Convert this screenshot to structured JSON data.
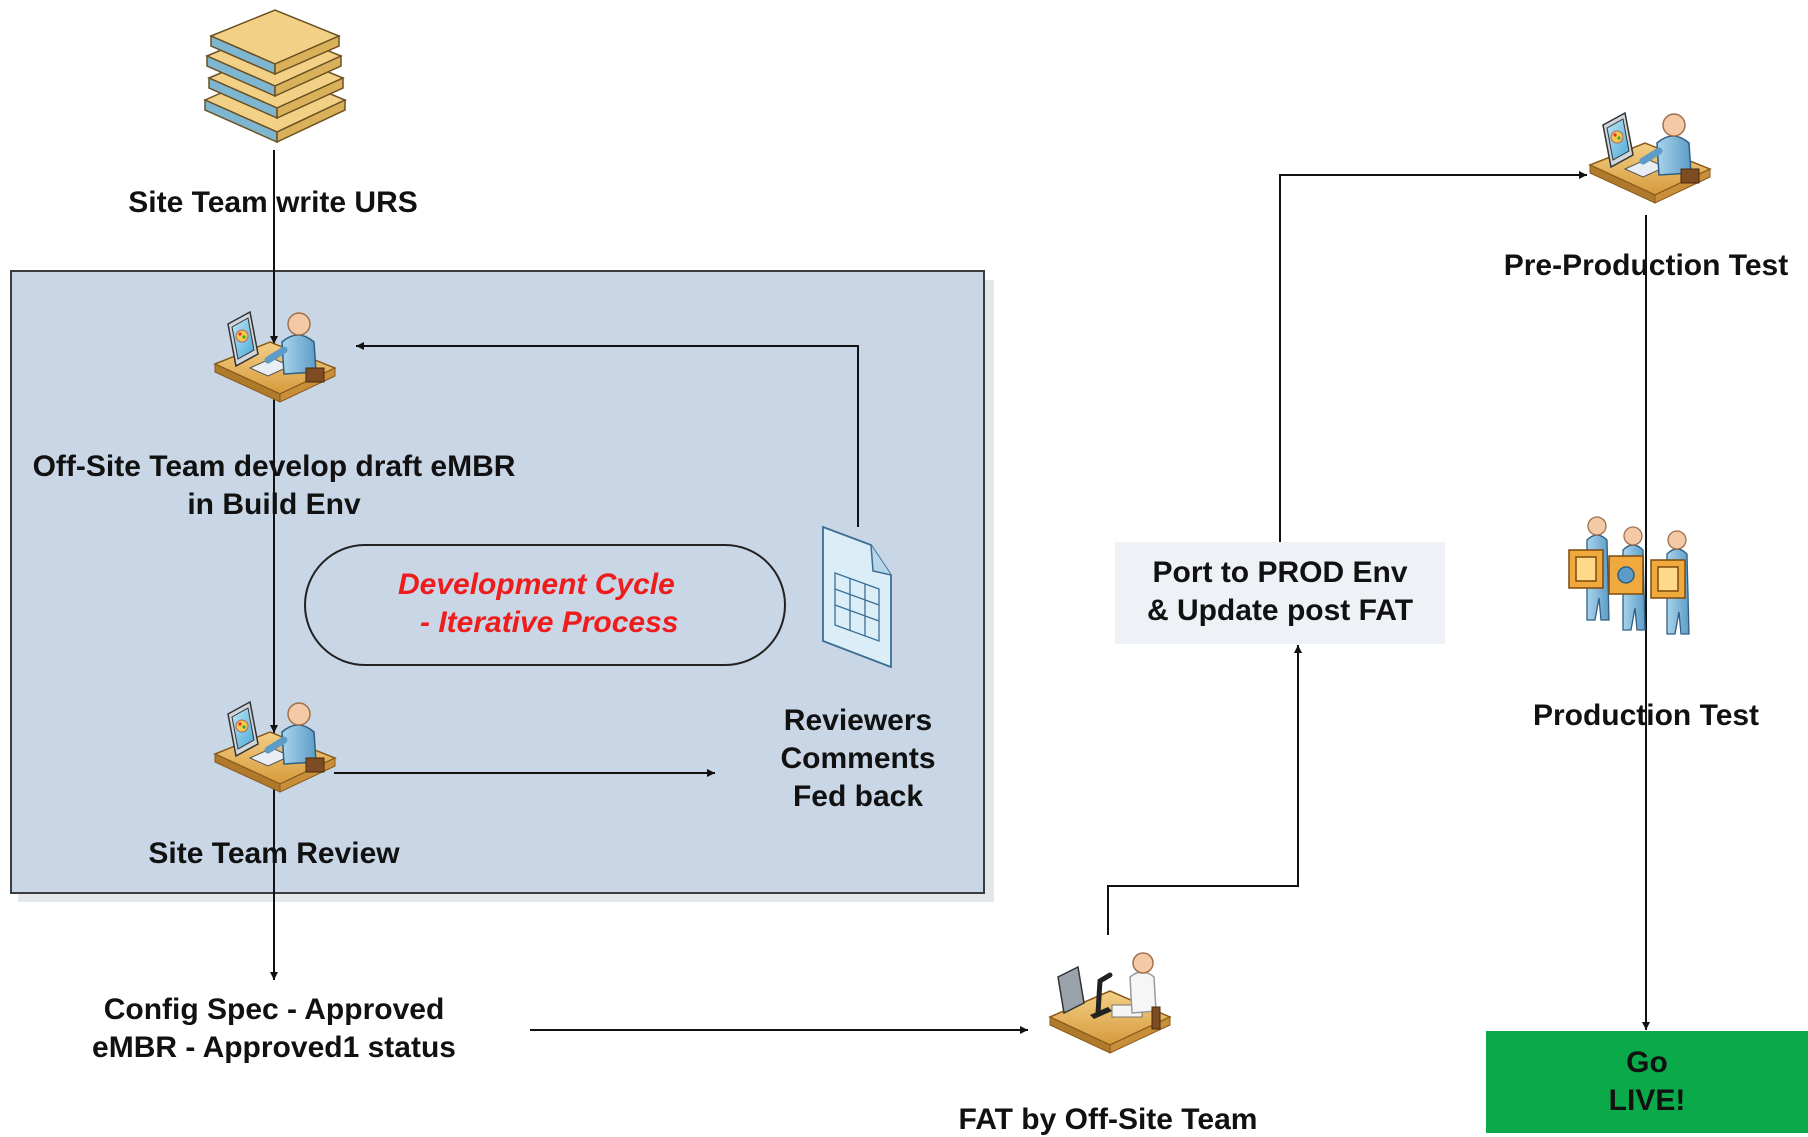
{
  "nodes": {
    "urs": {
      "label": "Site Team write URS",
      "icon": "books-stack-icon"
    },
    "develop": {
      "line1": "Off-Site Team develop draft eMBR",
      "line2": "in Build Env",
      "icon": "person-at-computer-icon"
    },
    "review": {
      "label": "Site Team Review",
      "icon": "person-at-computer-icon"
    },
    "reviewers": {
      "line1": "Reviewers",
      "line2": "Comments",
      "line3": "Fed back",
      "icon": "spreadsheet-document-icon"
    },
    "approved": {
      "line1": "Config Spec  - Approved",
      "line2": "eMBR  - Approved1 status"
    },
    "fat": {
      "label": "FAT by Off-Site Team",
      "icon": "person-with-microscope-icon"
    },
    "port": {
      "line1": "Port to PROD Env",
      "line2": "& Update post FAT"
    },
    "preprod": {
      "label": "Pre-Production Test",
      "icon": "person-at-computer-icon"
    },
    "prod": {
      "label": "Production Test",
      "icon": "team-with-puzzle-pieces-icon"
    },
    "golive": {
      "line1": "Go",
      "line2": "LIVE!"
    }
  },
  "cycle": {
    "line1": "Development Cycle",
    "line2": "- Iterative Process"
  },
  "colors": {
    "panel_fill": "#c9d6e6",
    "panel_border": "#3c3c3c",
    "cycle_text": "#ee1c1c",
    "golive_fill": "#0aa94a",
    "port_fill": "#eef1f5",
    "wire": "#111111"
  }
}
